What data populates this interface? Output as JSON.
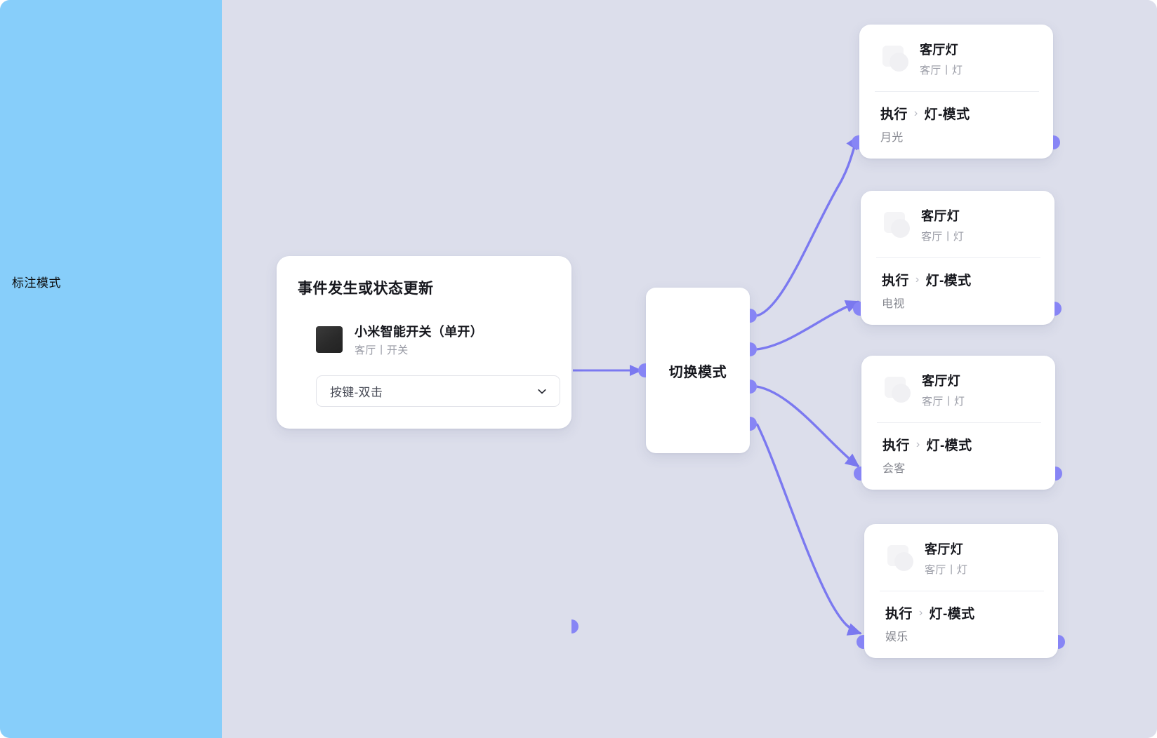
{
  "sidebar": {
    "label": "标注模式",
    "bg_color": "#87cefa"
  },
  "canvas": {
    "bg_color": "#dcdeeb",
    "edge_color": "#8785f5"
  },
  "trigger_node": {
    "title": "事件发生或状态更新",
    "device": {
      "name": "小米智能开关（单开）",
      "meta": "客厅丨开关",
      "icon": "switch-panel-icon"
    },
    "select": {
      "value": "按键-双击",
      "placeholder": "按键-双击",
      "chevron": "chevron-down-icon"
    },
    "output_port": "trigger-output-port"
  },
  "mode_node": {
    "label": "切换模式",
    "input_port": "mode-input-port",
    "output_ports": [
      "out-1",
      "out-2",
      "out-3",
      "out-4"
    ]
  },
  "action_cards": [
    {
      "device_name": "客厅灯",
      "device_meta": "客厅丨灯",
      "icon": "light-bulb-icon",
      "action_label": "执行",
      "separator": "›",
      "action_target": "灯-模式",
      "value": "月光"
    },
    {
      "device_name": "客厅灯",
      "device_meta": "客厅丨灯",
      "icon": "light-bulb-icon",
      "action_label": "执行",
      "separator": "›",
      "action_target": "灯-模式",
      "value": "电视"
    },
    {
      "device_name": "客厅灯",
      "device_meta": "客厅丨灯",
      "icon": "light-bulb-icon",
      "action_label": "执行",
      "separator": "›",
      "action_target": "灯-模式",
      "value": "会客"
    },
    {
      "device_name": "客厅灯",
      "device_meta": "客厅丨灯",
      "icon": "light-bulb-icon",
      "action_label": "执行",
      "separator": "›",
      "action_target": "灯-模式",
      "value": "娱乐"
    }
  ]
}
